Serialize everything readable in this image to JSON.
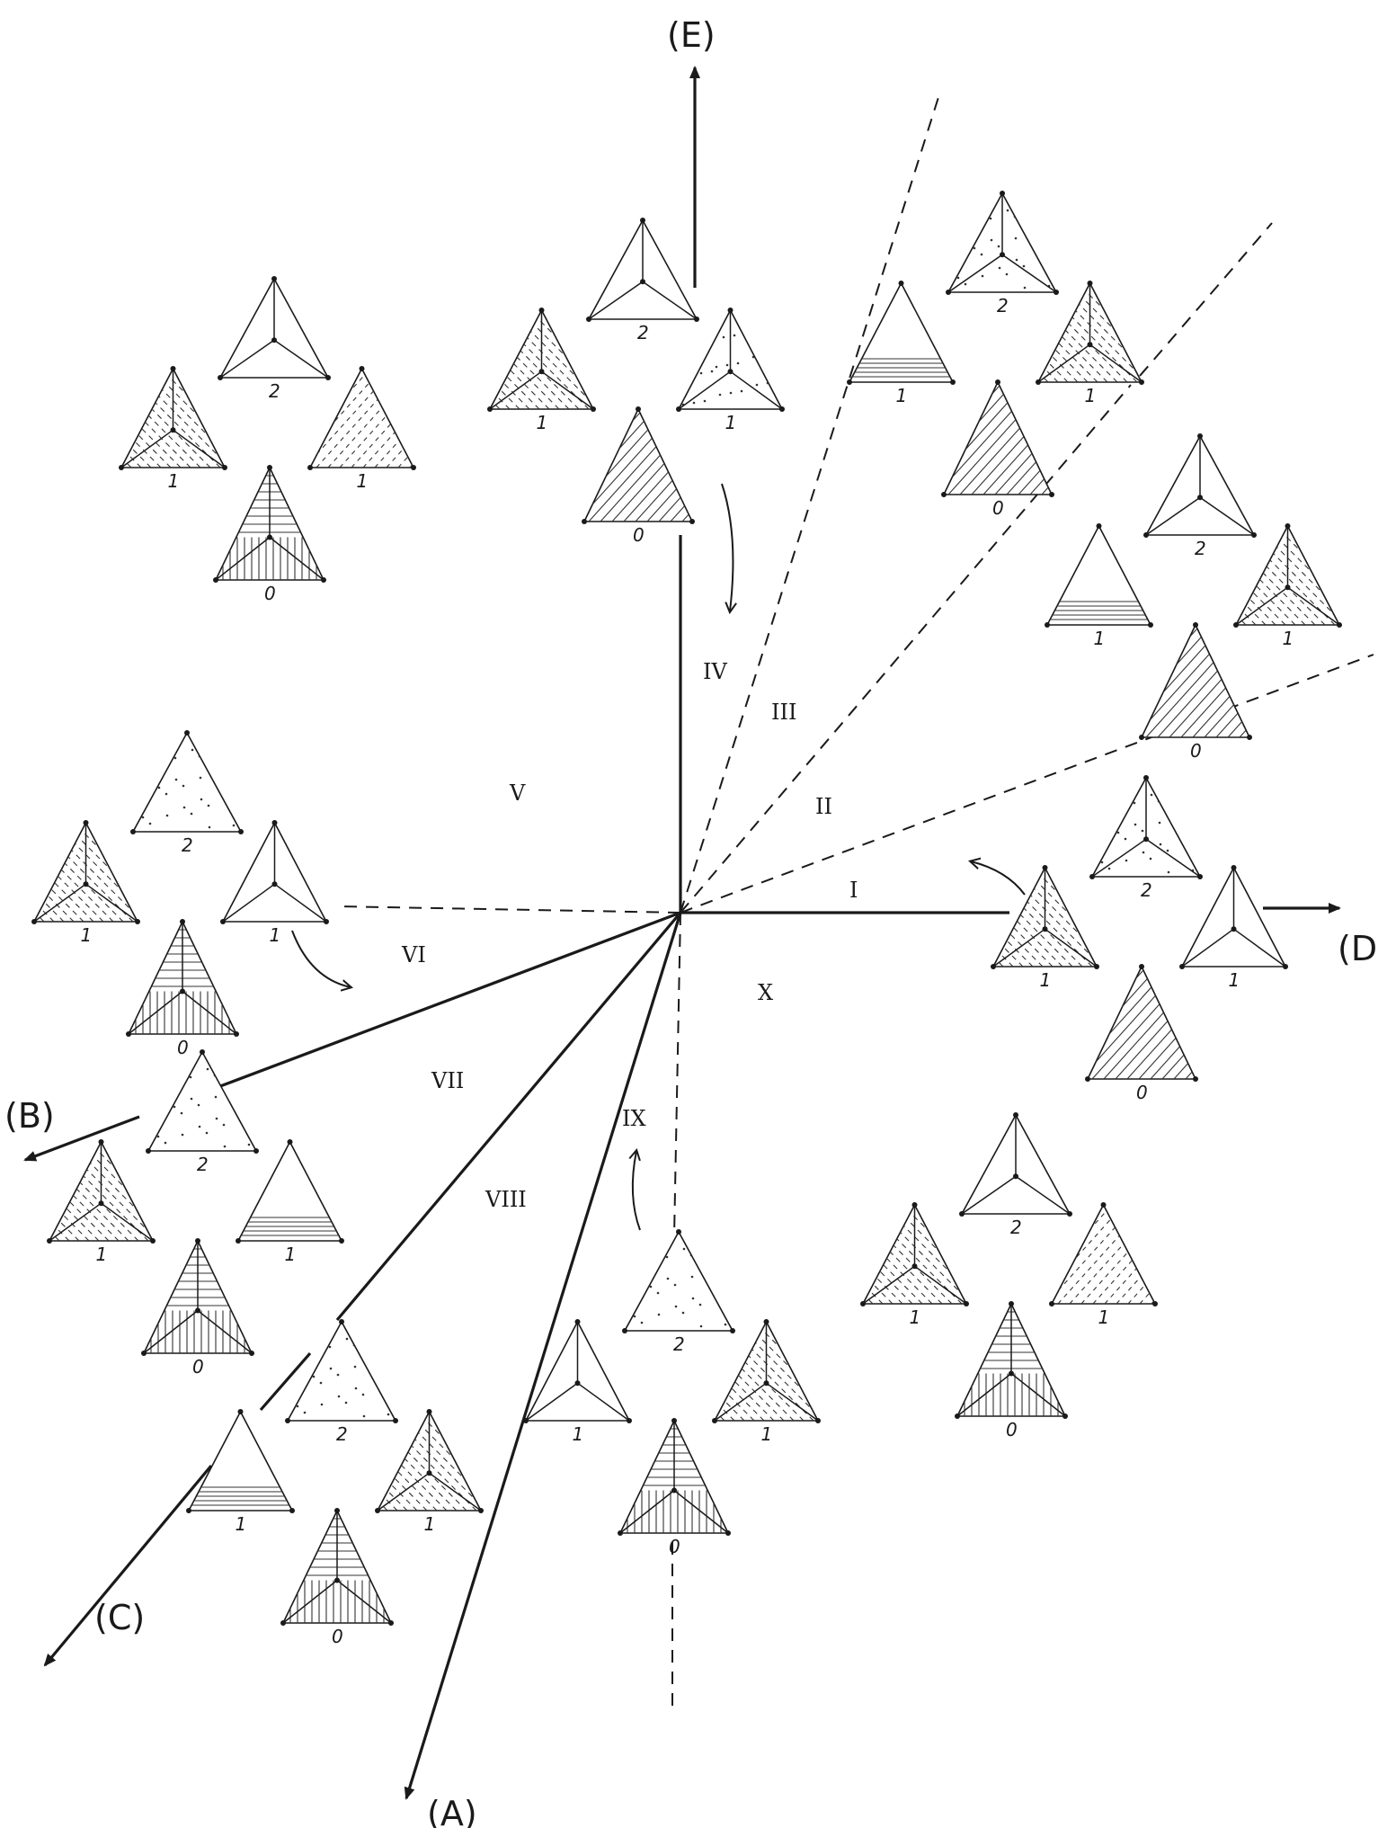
{
  "axes": {
    "E": "(E)",
    "D": "(D",
    "B": "(B)",
    "C": "(C)",
    "A": "(A)"
  },
  "regions": [
    "I",
    "II",
    "III",
    "IV",
    "V",
    "VI",
    "VII",
    "VIII",
    "IX",
    "X"
  ],
  "cluster_labels": {
    "top": "2",
    "left": "1",
    "right": "1",
    "bottom": "0"
  },
  "clusters": [
    {
      "id": "top-center",
      "variants": [
        "spoke",
        "spoke-lines",
        "spoke-dots",
        "hatch-lines"
      ]
    },
    {
      "id": "top-left",
      "variants": [
        "spoke",
        "spoke-lines",
        "dash",
        "vert-mix"
      ]
    },
    {
      "id": "top-right-1",
      "variants": [
        "spoke-dots",
        "base-lines",
        "spoke-lines",
        "hatch-lines"
      ]
    },
    {
      "id": "top-right-2",
      "variants": [
        "spoke",
        "base-lines",
        "spoke-lines",
        "hatch-lines"
      ]
    },
    {
      "id": "right",
      "variants": [
        "spoke-dots",
        "spoke-lines",
        "spoke",
        "hatch-lines"
      ]
    },
    {
      "id": "left",
      "variants": [
        "dots",
        "spoke-lines",
        "spoke",
        "vert-mix"
      ]
    },
    {
      "id": "left-b",
      "variants": [
        "dots",
        "spoke-lines",
        "base-lines",
        "vert-mix"
      ]
    },
    {
      "id": "bottom-left",
      "variants": [
        "dots",
        "base-lines",
        "spoke-lines",
        "vert-mix"
      ]
    },
    {
      "id": "bottom-center",
      "variants": [
        "dots",
        "spoke",
        "spoke-lines",
        "vert-mix"
      ]
    },
    {
      "id": "bottom-right",
      "variants": [
        "spoke",
        "spoke-lines",
        "dash",
        "vert-mix"
      ]
    }
  ]
}
